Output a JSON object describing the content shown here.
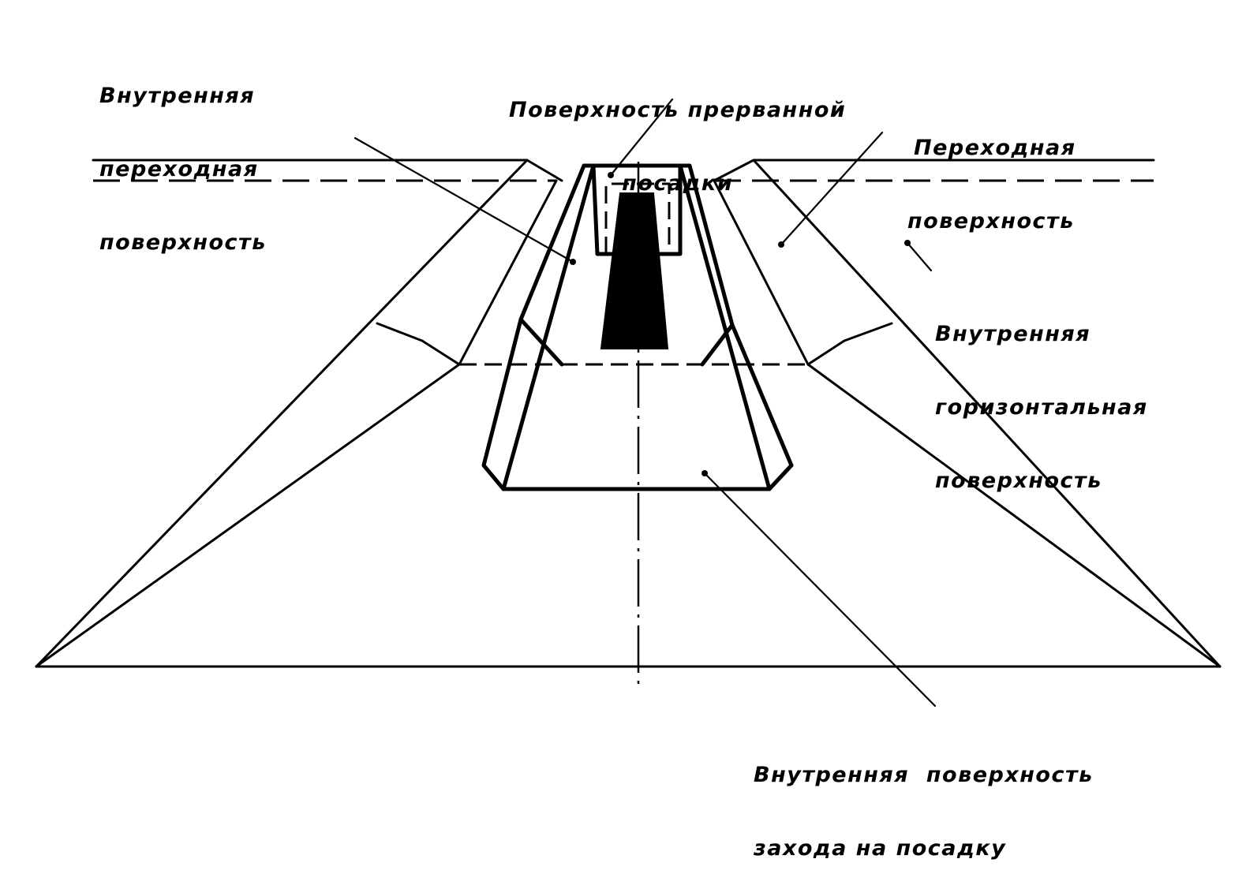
{
  "labels": {
    "inner_transition": {
      "line1": "Внутренняя",
      "line2": "переходная",
      "line3": "поверхность"
    },
    "balked_landing": {
      "line1": "Поверхность прерванной",
      "line2": "посадки"
    },
    "transition": {
      "line1": "Переходная",
      "line2": "поверхность"
    },
    "inner_horizontal": {
      "line1": "Внутренняя",
      "line2": "горизонтальная",
      "line3": "поверхность"
    },
    "inner_approach": {
      "line1": "Внутренняя  поверхность",
      "line2": "захода на посадку"
    }
  }
}
